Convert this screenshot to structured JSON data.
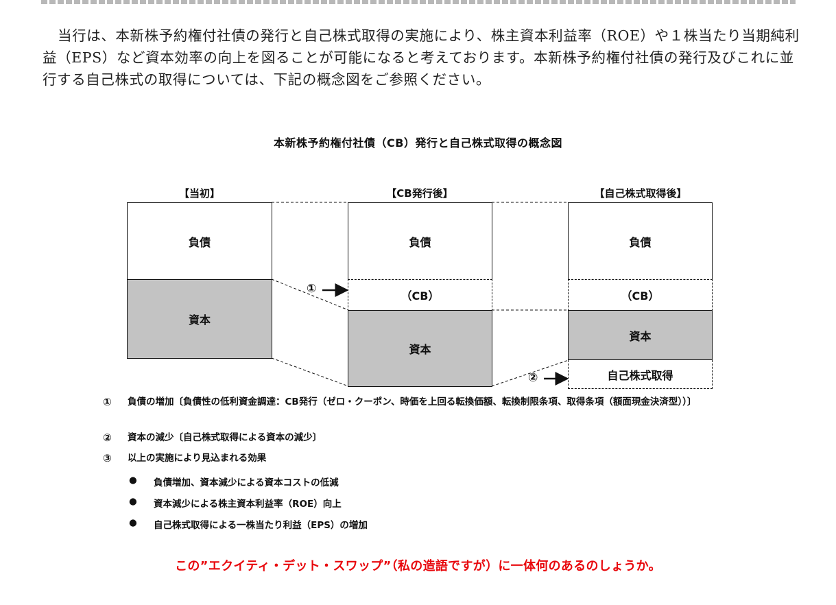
{
  "intro_text": "当行は、本新株予約権付社債の発行と自己株式取得の実施により、株主資本利益率（ROE）や１株当たり当期純利益（EPS）など資本効率の向上を図ることが可能になると考えております。本新株予約権付社債の発行及びこれに並行する自己株式の取得については、下記の概念図をご参照ください。",
  "diagram": {
    "title": "本新株予約権付社債（CB）発行と自己株式取得の概念図",
    "columns": [
      {
        "title": "【当初】",
        "liability": "負債",
        "capital": "資本"
      },
      {
        "title": "【CB発行後】",
        "liability": "負債",
        "cb": "（CB）",
        "capital": "資本"
      },
      {
        "title": "【自己株式取得後】",
        "liability": "負債",
        "cb": "（CB）",
        "capital": "資本",
        "treasury": "自己株式取得"
      }
    ],
    "marker1": "①",
    "marker2": "②"
  },
  "notes": {
    "n1_num": "①",
    "n1_text": "負債の増加〔負債性の低利資金調達：CB発行（ゼロ・クーポン、時価を上回る転換価額、転換制限条項、取得条項（額面現金決済型））〕",
    "n2_num": "②",
    "n2_text": "資本の減少〔自己株式取得による資本の減少〕",
    "n3_num": "③",
    "n3_text": "以上の実施により見込まれる効果",
    "bullets": [
      "負債増加、資本減少による資本コストの低減",
      "資本減少による株主資本利益率（ROE）向上",
      "自己株式取得による一株当たり利益（EPS）の増加"
    ],
    "bullet_symbol": "●"
  },
  "comment": "この”エクイティ・デット・スワップ”（私の造語ですが）に一体何のあるのしょうか。"
}
